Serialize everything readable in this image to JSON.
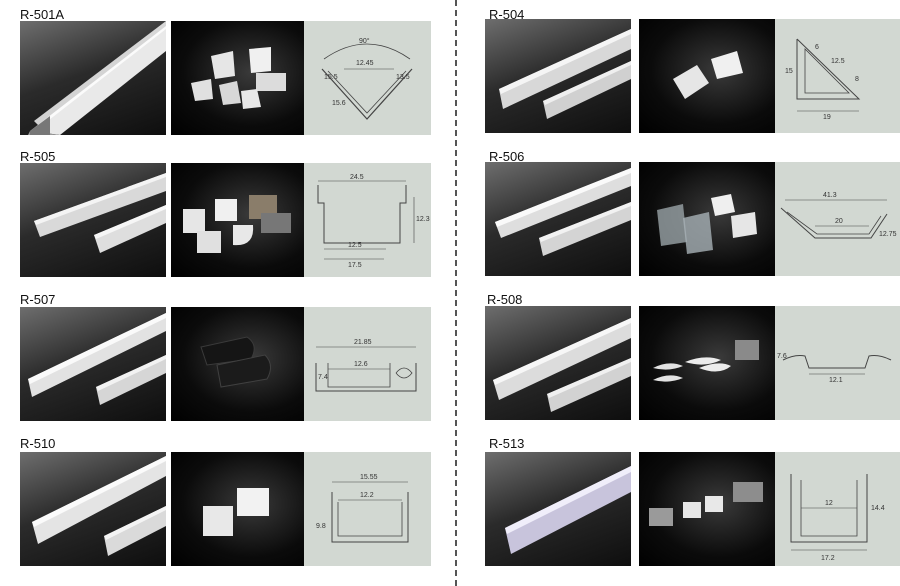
{
  "catalog": {
    "products": [
      {
        "code": "R-501A",
        "drawing": {
          "labels": [
            "90°",
            "12.45",
            "15.5",
            "15.6",
            "13.5"
          ]
        }
      },
      {
        "code": "R-504",
        "drawing": {
          "labels": [
            "15",
            "12.5",
            "6",
            "8",
            "19"
          ]
        }
      },
      {
        "code": "R-505",
        "drawing": {
          "labels": [
            "24.5",
            "12.5",
            "17.5",
            "12.3"
          ]
        }
      },
      {
        "code": "R-506",
        "drawing": {
          "labels": [
            "41.3",
            "20",
            "12.75"
          ]
        }
      },
      {
        "code": "R-507",
        "drawing": {
          "labels": [
            "21.85",
            "12.6",
            "7.4"
          ]
        }
      },
      {
        "code": "R-508",
        "drawing": {
          "labels": [
            "7.6",
            "12.1"
          ]
        }
      },
      {
        "code": "R-510",
        "drawing": {
          "labels": [
            "15.55",
            "12.2",
            "9.8"
          ]
        }
      },
      {
        "code": "R-513",
        "drawing": {
          "labels": [
            "12",
            "14.4",
            "17.2"
          ]
        }
      }
    ]
  },
  "colors": {
    "drawing_bg": "#d2d8d2",
    "photo_bg": "#1a1a1a",
    "divider": "#555555"
  }
}
